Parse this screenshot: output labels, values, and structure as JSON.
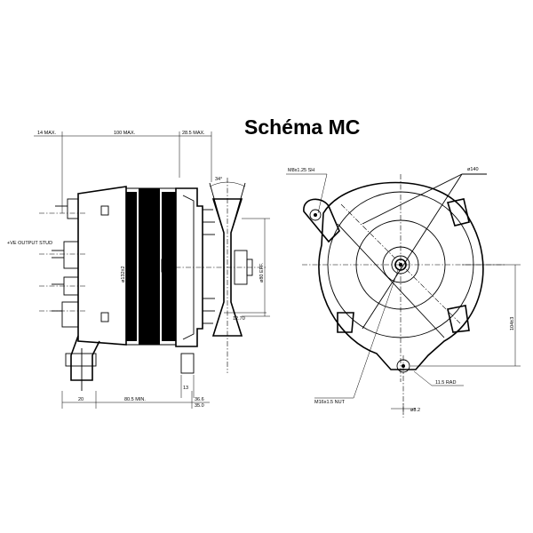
{
  "title": "Schéma MC",
  "side_view": {
    "dim_14_max": "14 MAX.",
    "dim_100_max": "100 MAX.",
    "dim_28_5_max": "28.5 MAX.",
    "dim_34": "34°",
    "output_stud": "+VE OUTPUT STUD",
    "dia_132": "ø132±2",
    "dia_80": "ø80 EFF.",
    "dim_12_70": "12.70",
    "dim_13": "13",
    "dim_20": "20",
    "dim_80_5_min": "80.5 MIN.",
    "dim_36_6": "36.6",
    "dim_35_0": "35.0"
  },
  "front_view": {
    "m8_sh": "M8x1.25 SH",
    "dia_140": "ø140",
    "dim_104": "104±3",
    "rad_11_5": "11.5 RAD",
    "nut_m16": "M16x1.5 NUT",
    "dia_8_2": "ø8.2"
  }
}
